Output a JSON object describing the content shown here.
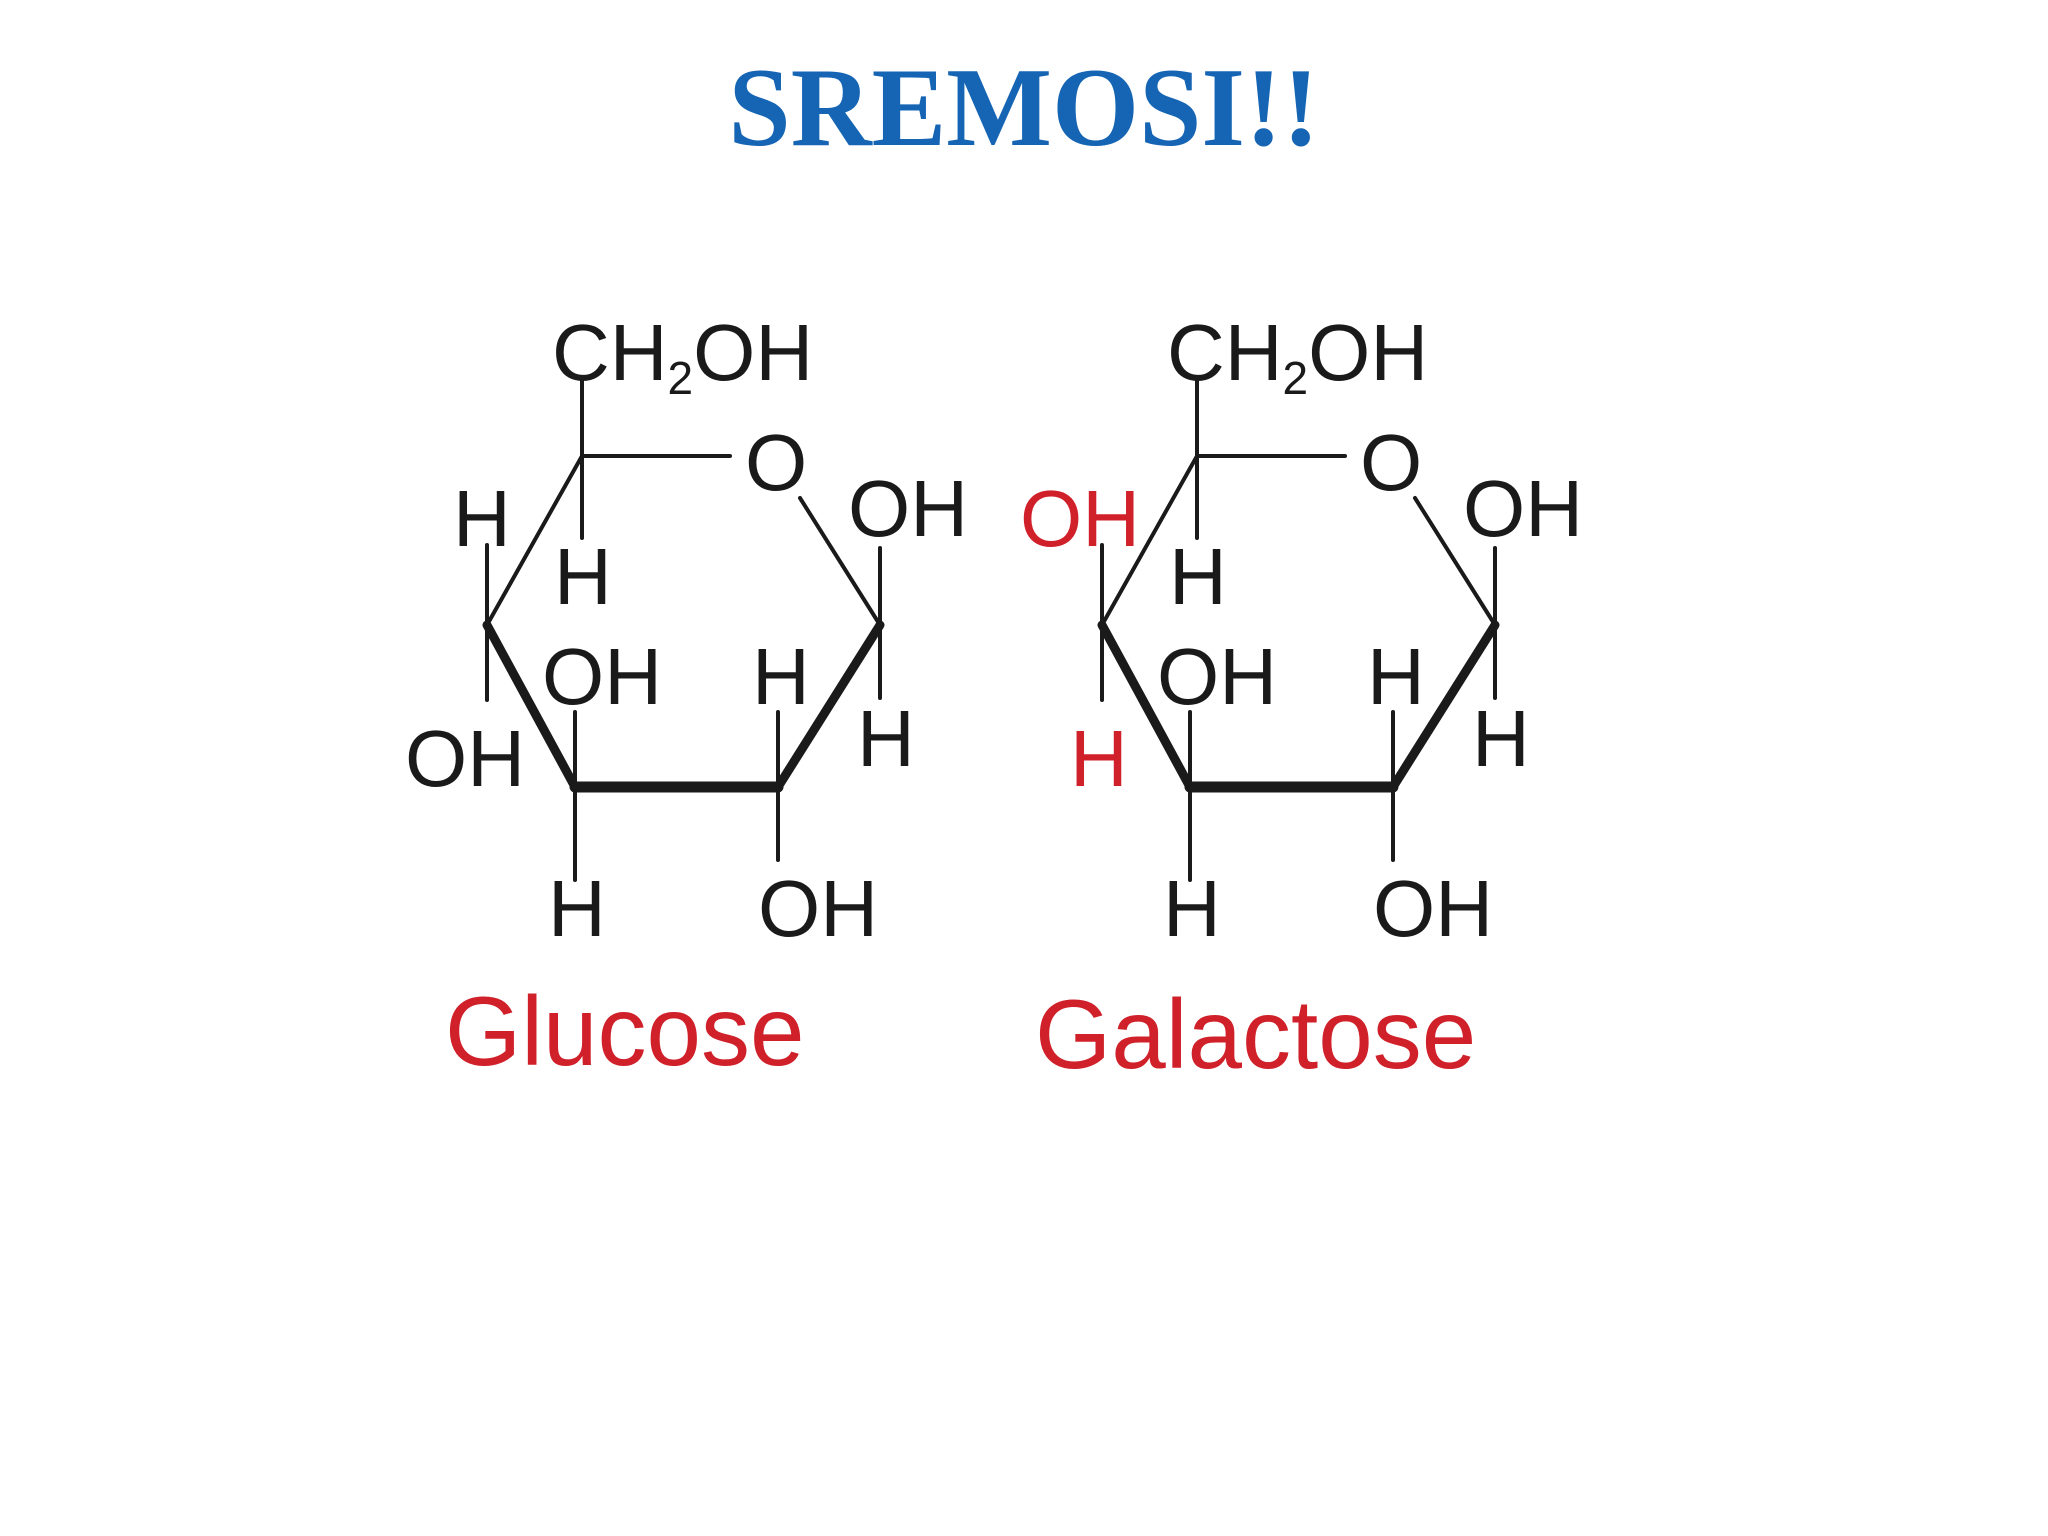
{
  "slide": {
    "title": "SREMOSI!!"
  },
  "colors": {
    "title": "#1565b4",
    "bond": "#1a1a1a",
    "label": "#1a1a1a",
    "highlight": "#d0202a"
  },
  "glucose": {
    "name": "Glucose",
    "ch2oh": "CH",
    "ch2oh_sub": "2",
    "ch2oh_tail": "OH",
    "ring_o": "O",
    "c1_top": "OH",
    "c1_bottom": "H",
    "c2_top": "H",
    "c2_bottom": "OH",
    "c3_top": "OH",
    "c3_bottom": "H",
    "c4_top": "H",
    "c4_bottom": "OH",
    "c5_h": "H"
  },
  "galactose": {
    "name": "Galactose",
    "ch2oh": "CH",
    "ch2oh_sub": "2",
    "ch2oh_tail": "OH",
    "ring_o": "O",
    "c1_top": "OH",
    "c1_bottom": "H",
    "c2_top": "H",
    "c2_bottom": "OH",
    "c3_top": "OH",
    "c3_bottom": "H",
    "c4_top": "OH",
    "c4_bottom": "H",
    "c5_h": "H"
  }
}
